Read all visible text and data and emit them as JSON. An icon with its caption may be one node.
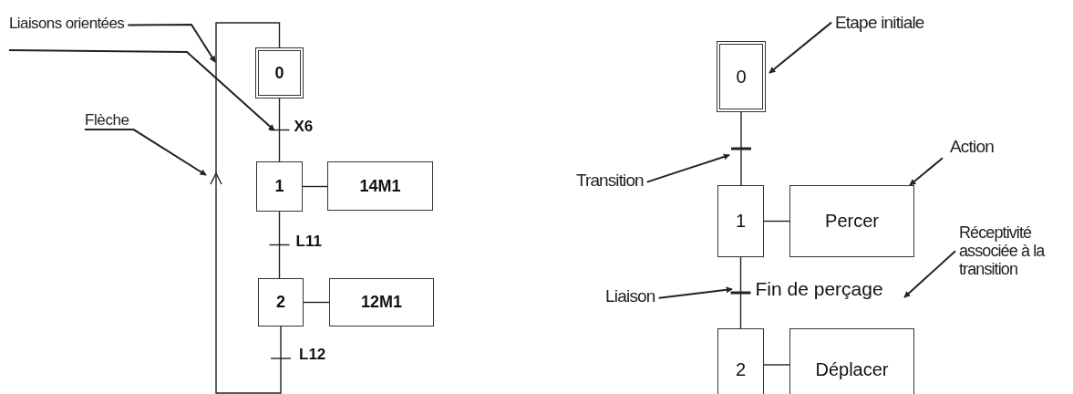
{
  "diagram": {
    "nodes": [
      {
        "text": [
          "Liaisons orientées"
        ]
      },
      {
        "text": [
          "0"
        ]
      },
      {
        "text": [
          "Flèche"
        ]
      },
      {
        "text": [
          "1"
        ]
      },
      {
        "text": [
          "14M1"
        ]
      },
      {
        "text": [
          "2"
        ]
      },
      {
        "text": [
          "12M1"
        ]
      },
      {
        "text": [
          "Etape initiale"
        ]
      },
      {
        "text": [
          "0"
        ]
      },
      {
        "text": [
          "Transition"
        ]
      },
      {
        "text": [
          "Action"
        ]
      },
      {
        "text": [
          "1"
        ]
      },
      {
        "text": [
          "Percer"
        ]
      },
      {
        "text": [
          "Liaison"
        ]
      },
      {
        "text": [
          "Réceptivité associée à la transition"
        ]
      },
      {
        "text": [
          "2"
        ]
      },
      {
        "text": [
          "Déplacer"
        ]
      }
    ],
    "edges": [
      {
        "from": 1,
        "to": 3,
        "arrow": "none",
        "label": "X6"
      },
      {
        "from": 3,
        "to": 4,
        "arrow": "none"
      },
      {
        "from": 3,
        "to": 5,
        "arrow": "none",
        "label": "L11"
      },
      {
        "from": 5,
        "to": 6,
        "arrow": "none"
      },
      {
        "from": 5,
        "to": 1,
        "arrow": "to",
        "label": "L12"
      },
      {
        "from": 0,
        "to": null,
        "arrow": "to"
      },
      {
        "from": 0,
        "to": null,
        "arrow": "to"
      },
      {
        "from": 2,
        "to": null,
        "arrow": "to"
      },
      {
        "from": 7,
        "to": 8,
        "arrow": "to"
      },
      {
        "from": 8,
        "to": 11,
        "arrow": "none"
      },
      {
        "from": 11,
        "to": 12,
        "arrow": "none"
      },
      {
        "from": 11,
        "to": 15,
        "arrow": "none",
        "label": "Fin de perçage"
      },
      {
        "from": 15,
        "to": 16,
        "arrow": "none"
      },
      {
        "from": 9,
        "to": null,
        "arrow": "to"
      },
      {
        "from": 10,
        "to": 12,
        "arrow": "to"
      },
      {
        "from": 13,
        "to": null,
        "arrow": "to"
      },
      {
        "from": 14,
        "to": null,
        "arrow": "to"
      }
    ]
  }
}
